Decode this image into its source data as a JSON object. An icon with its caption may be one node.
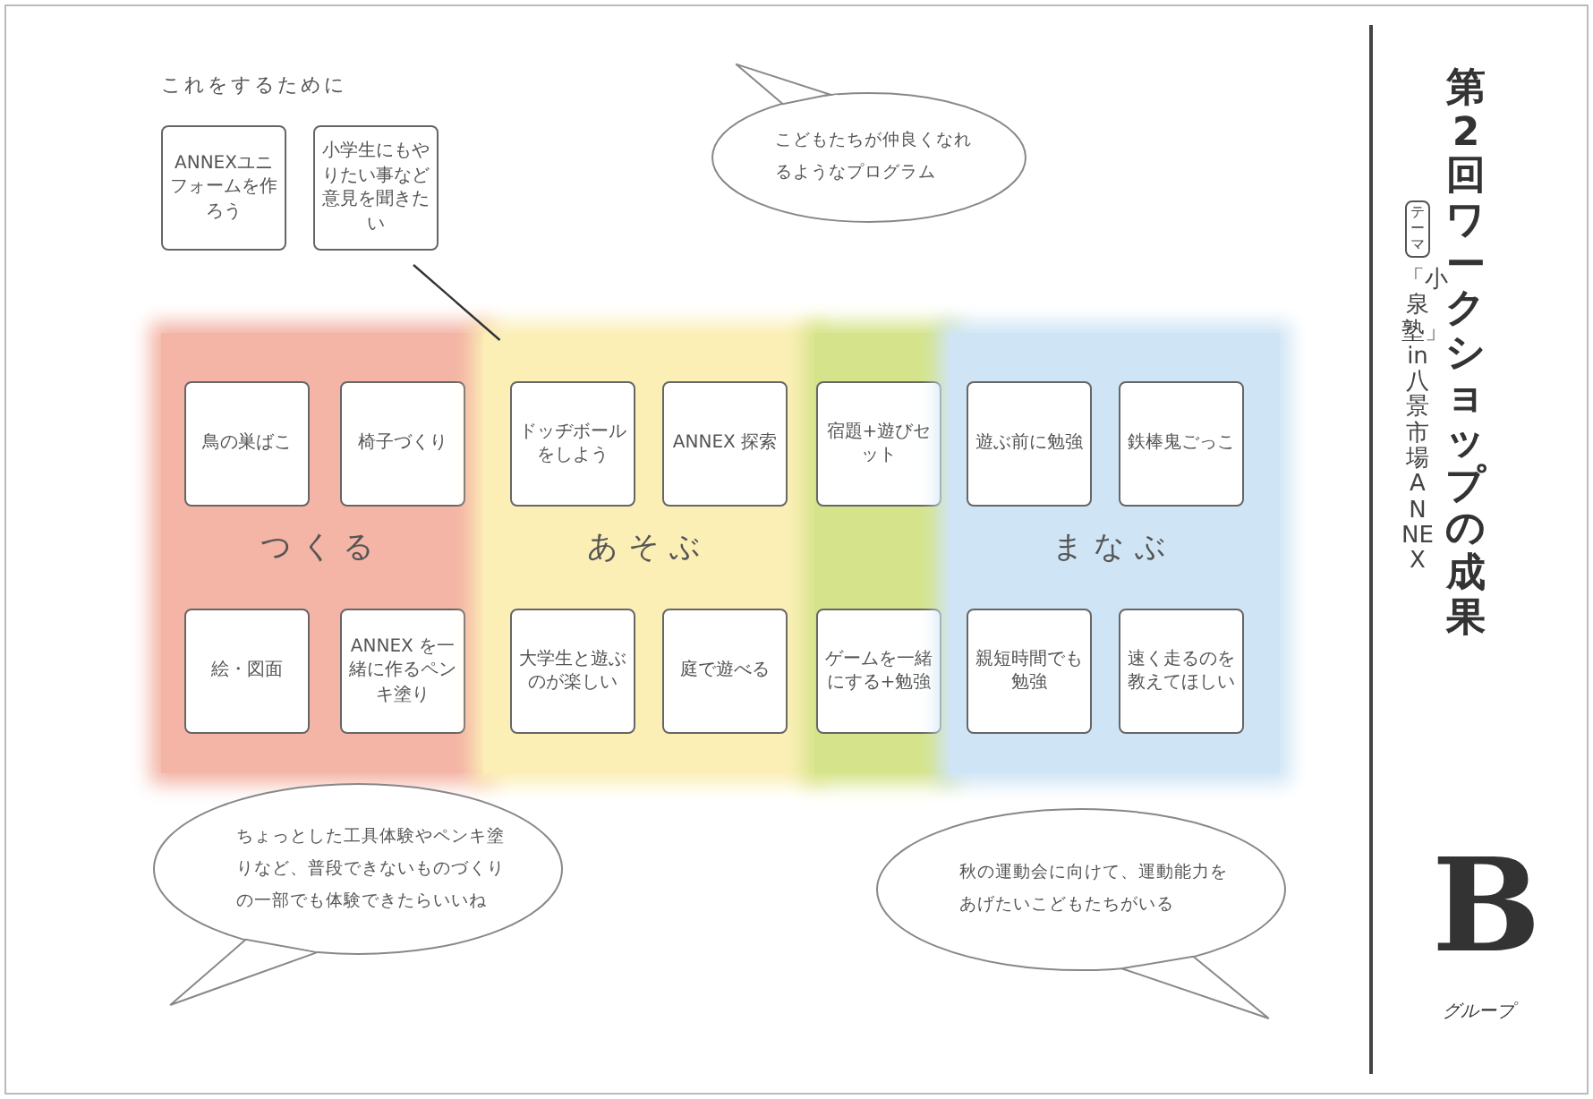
{
  "diagram": {
    "title": "第2回ワークショップの成果",
    "nodes": [
      {
        "text": [
          "ANNEXユニフォームを作ろう"
        ]
      },
      {
        "text": [
          "小学生にもやりたい事など意見を聞きたい"
        ]
      },
      {
        "text": [
          "こどもたちが仲良くなれるようなプログラム"
        ]
      },
      {
        "text": [
          "つくる"
        ]
      },
      {
        "text": [
          "鳥の巣ばこ"
        ],
        "in": 3
      },
      {
        "text": [
          "椅子づくり"
        ],
        "in": 3
      },
      {
        "text": [
          "絵・図面"
        ],
        "in": 3
      },
      {
        "text": [
          "ANNEX を一緒に作るペンキ塗り"
        ],
        "in": 3
      },
      {
        "text": [
          "あそぶ"
        ]
      },
      {
        "text": [
          "ドッヂボールをしよう"
        ],
        "in": 8
      },
      {
        "text": [
          "ANNEX 探索"
        ],
        "in": 8
      },
      {
        "text": [
          "大学生と遊ぶのが楽しい"
        ],
        "in": 8
      },
      {
        "text": [
          "庭で遊べる"
        ],
        "in": 8
      },
      {
        "text": [],
        "shape": "bar"
      },
      {
        "text": [
          "宿題+遊びセット"
        ],
        "in": 13
      },
      {
        "text": [
          "ゲームを一緒にする+勉強"
        ],
        "in": 13
      },
      {
        "text": [
          "まなぶ"
        ]
      },
      {
        "text": [
          "遊ぶ前に勉強"
        ],
        "in": 16
      },
      {
        "text": [
          "鉄棒鬼ごっこ"
        ],
        "in": 16
      },
      {
        "text": [
          "親短時間でも勉強"
        ],
        "in": 16
      },
      {
        "text": [
          "速く走るのを教えてほしい"
        ],
        "in": 16
      },
      {
        "text": [
          "ちょっとした工具体験やペンキ塗りなど、普段できないものづくりの一部でも体験できたらいいね"
        ]
      },
      {
        "text": [
          "秋の運動会に向けて、運動能力をあげたいこどもたちがいる"
        ]
      }
    ],
    "edges": [
      {
        "from": 1,
        "to": 8,
        "arrow": "none"
      }
    ],
    "labels": [
      "これをするために",
      "テーマ",
      "「小泉塾」in 八景市場 ANNEX",
      "B",
      "グループ"
    ]
  }
}
